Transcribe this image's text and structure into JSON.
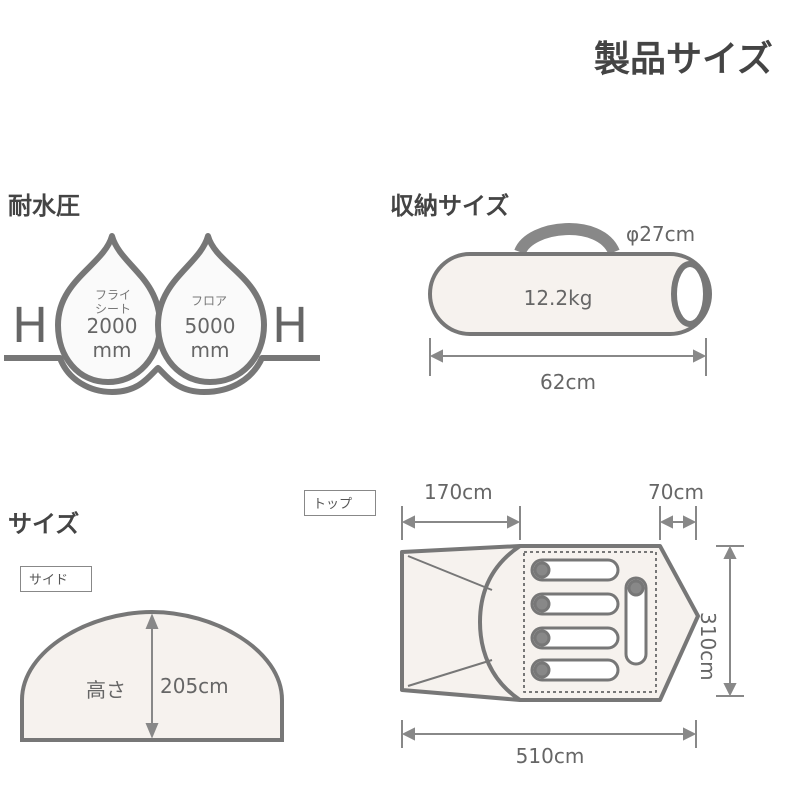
{
  "page_title": "製品サイズ",
  "water_pressure": {
    "heading": "耐水圧",
    "fly_label_line1": "フライ",
    "fly_label_line2": "シート",
    "fly_value": "2000",
    "fly_unit": "mm",
    "floor_label": "フロア",
    "floor_value": "5000",
    "floor_unit": "mm",
    "h_left": "H",
    "h_right": "H"
  },
  "storage": {
    "heading": "収納サイズ",
    "diameter": "φ27cm",
    "weight": "12.2kg",
    "length": "62cm"
  },
  "size": {
    "heading": "サイズ",
    "side_tag": "サイド",
    "height_label": "高さ",
    "height_value": "205cm",
    "top_tag": "トップ",
    "top_dim_left": "170cm",
    "top_dim_right": "70cm",
    "top_dim_depth": "310cm",
    "top_dim_length": "510cm"
  },
  "colors": {
    "stroke": "#7a7a7a",
    "fill_tent": "#f6f2ee",
    "text": "#555555"
  }
}
